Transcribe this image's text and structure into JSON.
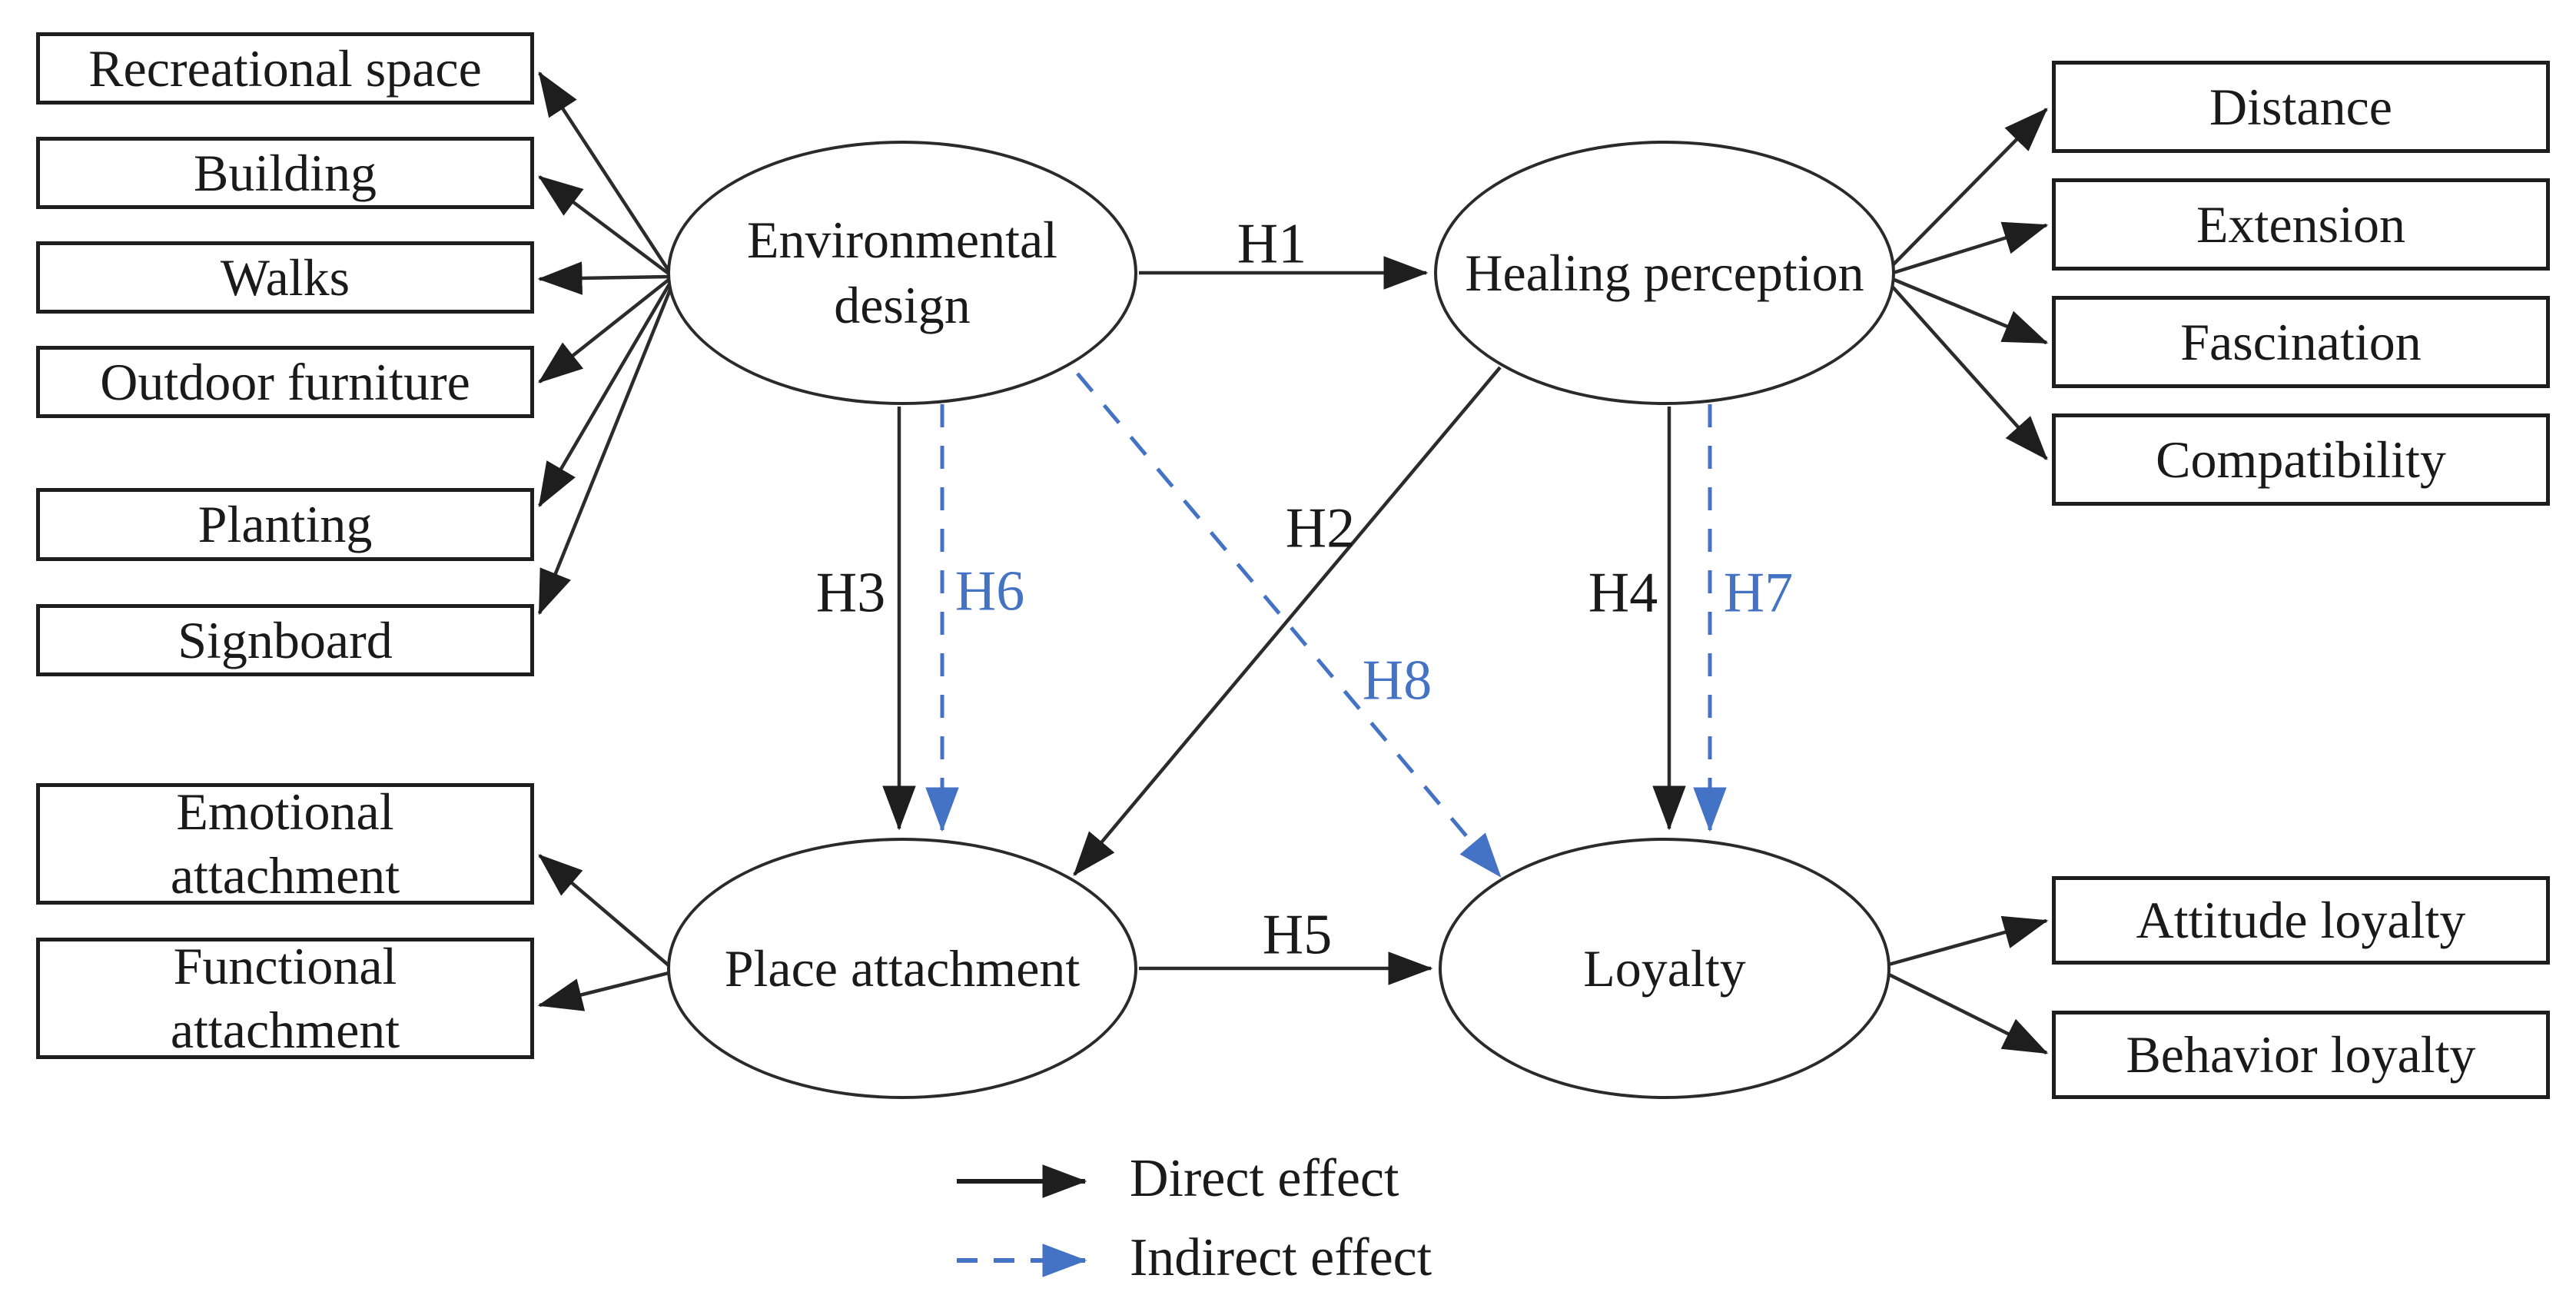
{
  "figure": {
    "type": "structural-equation-model-diagram",
    "background": "#ffffff"
  },
  "colors": {
    "direct_effect": "#1e1e1e",
    "indirect_effect": "#4472C4",
    "text": "#1a1a1a"
  },
  "latents": {
    "environmental_design": "Environmental\ndesign",
    "healing_perception": "Healing perception",
    "place_attachment": "Place attachment",
    "loyalty": "Loyalty"
  },
  "indicators": {
    "environmental_design": [
      "Recreational space",
      "Building",
      "Walks",
      "Outdoor furniture",
      "Planting",
      "Signboard"
    ],
    "healing_perception": [
      "Distance",
      "Extension",
      "Fascination",
      "Compatibility"
    ],
    "place_attachment": [
      "Emotional\nattachment",
      "Functional\nattachment"
    ],
    "loyalty": [
      "Attitude loyalty",
      "Behavior loyalty"
    ]
  },
  "hypotheses": [
    {
      "id": "H1",
      "from": "Environmental design",
      "to": "Healing perception",
      "effect": "direct"
    },
    {
      "id": "H2",
      "from": "Healing perception",
      "to": "Place attachment",
      "effect": "direct"
    },
    {
      "id": "H3",
      "from": "Environmental design",
      "to": "Place attachment",
      "effect": "direct"
    },
    {
      "id": "H4",
      "from": "Healing perception",
      "to": "Loyalty",
      "effect": "direct"
    },
    {
      "id": "H5",
      "from": "Place attachment",
      "to": "Loyalty",
      "effect": "direct"
    },
    {
      "id": "H6",
      "from": "Environmental design",
      "to": "Place attachment",
      "effect": "indirect"
    },
    {
      "id": "H7",
      "from": "Healing perception",
      "to": "Loyalty",
      "effect": "indirect"
    },
    {
      "id": "H8",
      "from": "Environmental design",
      "to": "Loyalty",
      "effect": "indirect"
    }
  ],
  "legend": {
    "direct_label": "Direct effect",
    "indirect_label": "Indirect effect"
  }
}
